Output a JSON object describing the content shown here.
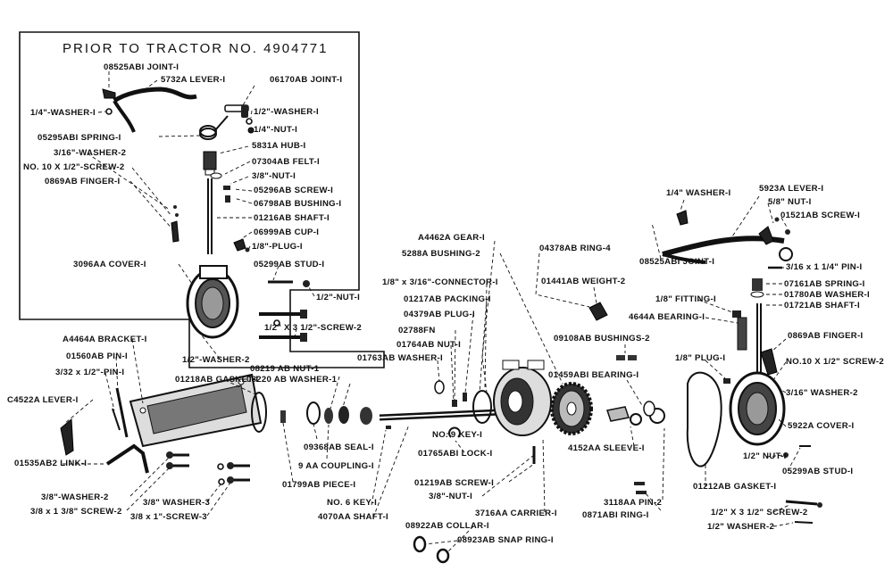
{
  "diagram": {
    "inset_title": "PRIOR TO TRACTOR NO. 4904771",
    "labels": {
      "joint_08525ab1_top": "08525ABI JOINT-I",
      "lever_5732a": "5732A LEVER-I",
      "joint_06170ab": "06170AB JOINT-I",
      "washer_quarter_left": "1/4\"-WASHER-I",
      "washer_half_top": "1/2\"-WASHER-I",
      "spring_05295ab1": "05295ABI SPRING-I",
      "nut_quarter": "1/4\"-NUT-I",
      "hub_5831a": "5831A HUB-I",
      "washer_3_16": "3/16\"-WASHER-2",
      "felt_07304ab": "07304AB FELT-I",
      "screw_no10": "NO. 10 X 1/2\"-SCREW-2",
      "nut_3_8_inset": "3/8\"-NUT-I",
      "finger_0869ab_inset": "0869AB FINGER-I",
      "screw_05296ab": "05296AB SCREW-I",
      "bushing_06798ab": "06798AB BUSHING-I",
      "shaft_01216ab": "01216AB SHAFT-I",
      "cup_06999ab": "06999AB CUP-I",
      "plug_eighth_inset": "1/8\"-PLUG-I",
      "cover_3096aa": "3096AA COVER-I",
      "stud_05299ab_inset": "05299AB STUD-I",
      "nut_half_inset": "1/2\"-NUT-I",
      "screw_half_3_5": "1/2\" X 3 1/2\"-SCREW-2",
      "washer_half_inset": "1/2\"-WASHER-2",
      "nut_08219ab": "08219 AB NUT-1",
      "washer_08220ab": "08220 AB WASHER-1",
      "bracket_a4464a": "A4464A BRACKET-I",
      "pin_01560ab": "01560AB PIN-I",
      "pin_3_32": "3/32 x 1/2\"-PIN-I",
      "lever_c4522a": "C4522A LEVER-I",
      "link_01535ab2": "01535AB2 LINK-I",
      "gasket_01218ab": "01218AB GASKET-I",
      "washer_3_8_a": "3/8\"-WASHER-2",
      "screw_3_8_1_3_8": "3/8 x 1 3/8\" SCREW-2",
      "washer_3_8_b": "3/8\" WASHER-3",
      "screw_3_8_1": "3/8 x 1\"-SCREW-3",
      "seal_09368ab": "09368AB SEAL-I",
      "coupling_9aa": "9 AA COUPLING-I",
      "piece_01799ab": "01799AB PIECE-I",
      "key_no6": "NO. 6 KEY-I",
      "shaft_4070aa": "4070AA SHAFT-I",
      "gear_a4462a": "A4462A GEAR-I",
      "bushing_5288a": "5288A BUSHING-2",
      "connector": "1/8\" x 3/16\"-CONNECTOR-I",
      "packing_01217ab": "01217AB PACKING-I",
      "plug_04379ab": "04379AB PLUG-I",
      "part_02788fn": "02788FN",
      "nut_01764ab": "01764AB NUT-I",
      "washer_01763ab": "01763AB WASHER-I",
      "key_no9": "NO. 9 KEY-I",
      "lock_01765ab1": "01765ABI LOCK-I",
      "screw_01219ab": "01219AB SCREW-I",
      "nut_3_8_mid": "3/8\"-NUT-I",
      "carrier_3716aa": "3716AA CARRIER-I",
      "collar_08922ab": "08922AB COLLAR-I",
      "snap_ring_08923ab": "08923AB SNAP RING-I",
      "ring_04378ab": "04378AB RING-4",
      "weight_01441ab": "01441AB WEIGHT-2",
      "bushings_09108ab": "09108AB BUSHINGS-2",
      "bearing_01459ab1": "01459ABI BEARING-I",
      "sleeve_4152aa": "4152AA SLEEVE-I",
      "pin_3118aa": "3118AA PIN-2",
      "ring_0871ab1": "0871ABI RING-I",
      "washer_quarter_right": "1/4\" WASHER-I",
      "lever_5923a": "5923A LEVER-I",
      "nut_5_8": "5/8\" NUT-I",
      "screw_01521ab": "01521AB SCREW-I",
      "joint_08525ab1_right": "08525ABI JOINT-I",
      "pin_3_16_1_4": "3/16 x 1 1/4\" PIN-I",
      "spring_07161ab": "07161AB SPRING-I",
      "washer_01780ab": "01780AB WASHER-I",
      "shaft_01721ab": "01721AB SHAFT-I",
      "fitting_eighth": "1/8\" FITTING-I",
      "bearing_4644a": "4644A BEARING-I",
      "finger_0869ab_right": "0869AB FINGER-I",
      "plug_eighth_right": "1/8\" PLUG-I",
      "screw_no10_right": "NO.10 X 1/2\" SCREW-2",
      "washer_3_16_right": "3/16\" WASHER-2",
      "cover_5922a": "5922A COVER-I",
      "nut_half_right": "1/2\" NUT-I",
      "stud_05299ab_right": "05299AB STUD-I",
      "gasket_01212ab": "01212AB GASKET-I",
      "screw_half_3_5_right": "1/2\" X 3 1/2\" SCREW-2",
      "washer_half_right": "1/2\" WASHER-2"
    }
  }
}
